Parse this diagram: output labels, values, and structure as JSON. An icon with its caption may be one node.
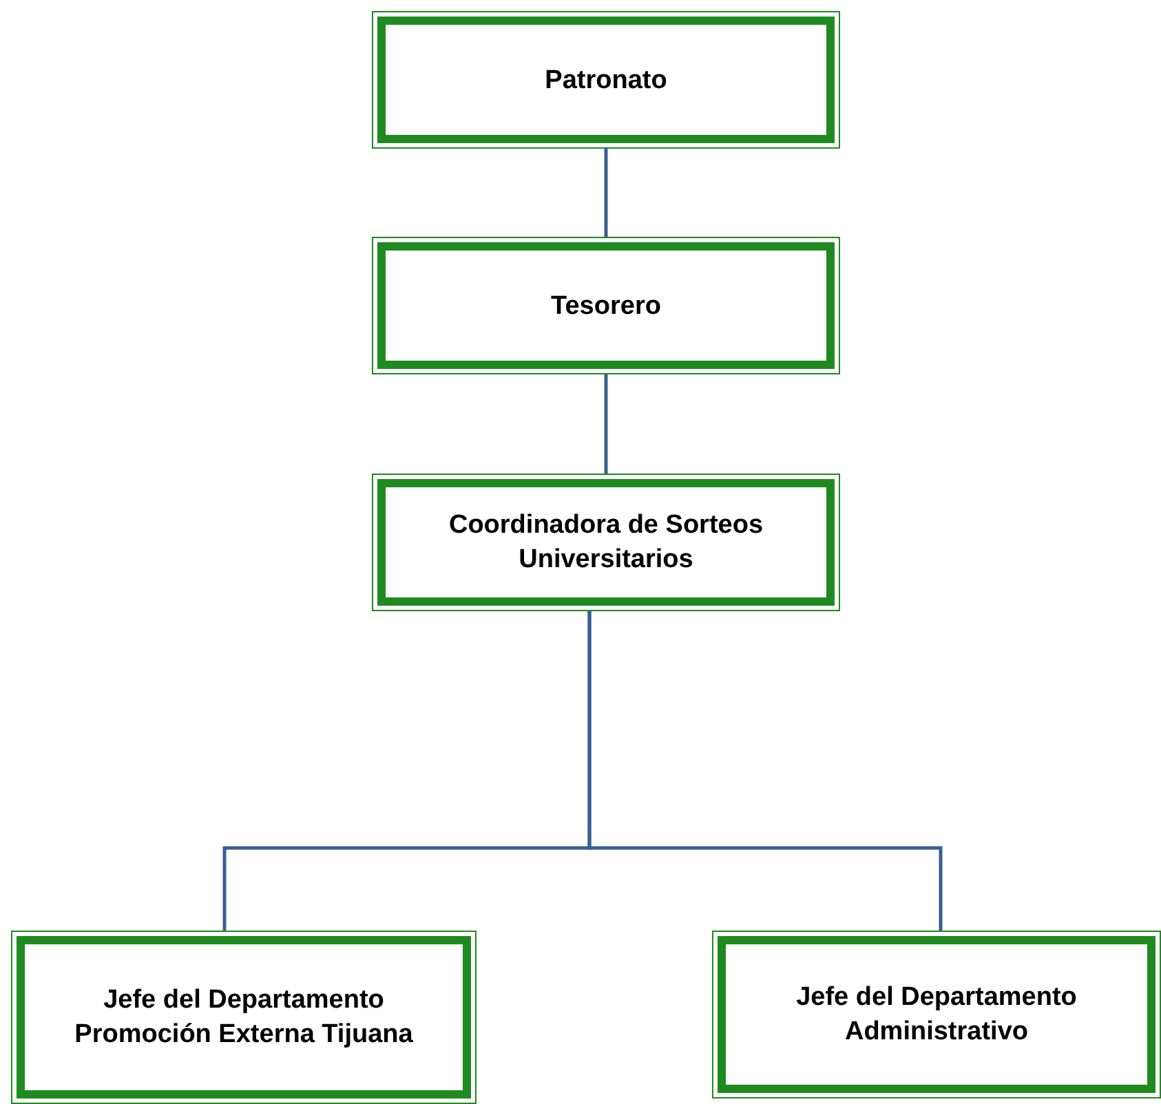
{
  "diagram": {
    "nodes": [
      {
        "text": [
          "Patronato"
        ]
      },
      {
        "text": [
          "Tesorero"
        ]
      },
      {
        "text": [
          "Coordinadora de Sorteos Universitarios"
        ]
      },
      {
        "text": [
          "Jefe del Departamento Promoción Externa Tijuana"
        ]
      },
      {
        "text": [
          "Jefe del Departamento Administrativo"
        ]
      }
    ],
    "edges": [
      {
        "from": 0,
        "to": 1,
        "arrow": "none"
      },
      {
        "from": 1,
        "to": 2,
        "arrow": "none"
      },
      {
        "from": 2,
        "to": 3,
        "arrow": "none"
      },
      {
        "from": 2,
        "to": 4,
        "arrow": "none"
      }
    ]
  }
}
